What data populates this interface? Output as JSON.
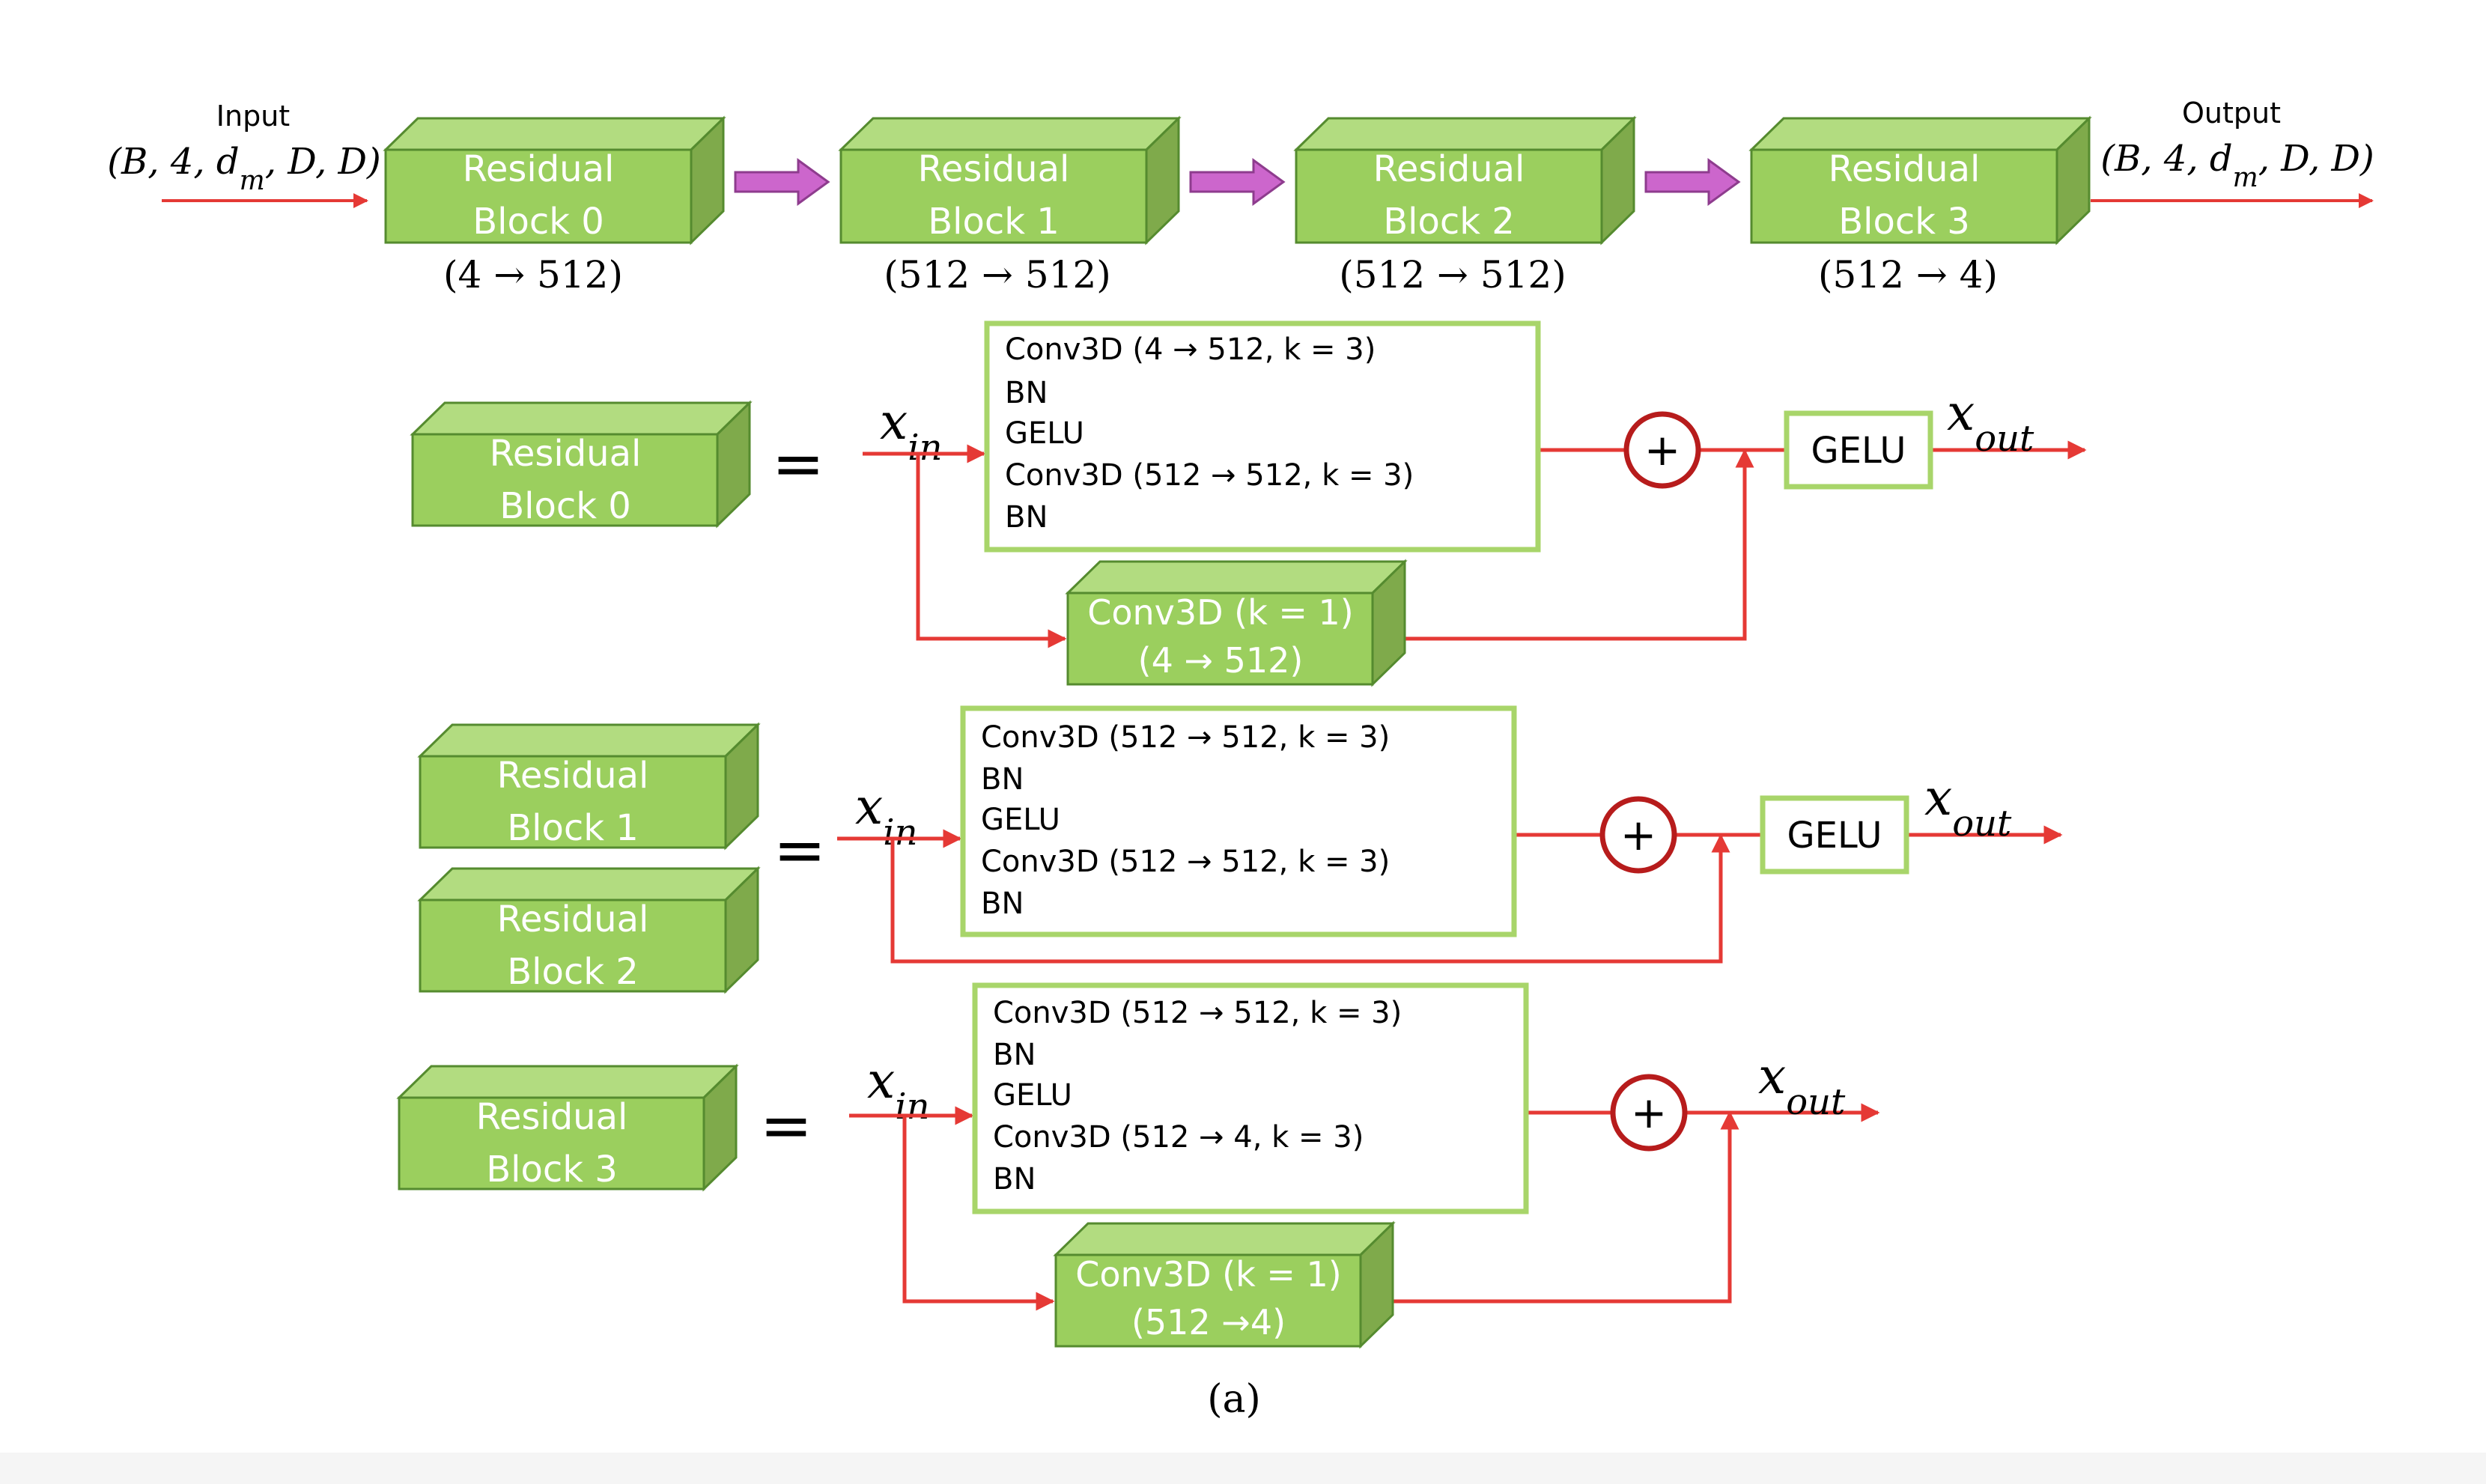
{
  "colors": {
    "box_front": "#9bcf5e",
    "box_top": "#b2dc80",
    "box_side": "#7faa4b",
    "box_edge": "#558b2f",
    "box_text": "#ffffff",
    "frame_border": "#a8d56a",
    "wire": "#e53935",
    "sum_ring": "#b71c1c",
    "purple_arrow": "#cc66cc",
    "purple_edge": "#8e3c8e",
    "text": "#000000"
  },
  "top_row": {
    "input_label": "Input",
    "input_shape": "(B, 4, d_m, D, D)",
    "output_label": "Output",
    "output_shape": "(B, 4, d_m, D, D)",
    "blocks": [
      {
        "line1": "Residual",
        "line2": "Block 0",
        "channels": "(4 → 512)"
      },
      {
        "line1": "Residual",
        "line2": "Block 1",
        "channels": "(512 → 512)"
      },
      {
        "line1": "Residual",
        "line2": "Block 2",
        "channels": "(512 → 512)"
      },
      {
        "line1": "Residual",
        "line2": "Block 3",
        "channels": "(512 → 4)"
      }
    ]
  },
  "block0": {
    "name_line1": "Residual",
    "name_line2": "Block 0",
    "equals": "=",
    "x_in": "x_in",
    "x_out": "x_out",
    "layers": [
      "Conv3D (4 → 512, k = 3)",
      "BN",
      "GELU",
      "Conv3D (512 → 512, k = 3)",
      "BN"
    ],
    "shortcut_line1": "Conv3D (k = 1)",
    "shortcut_line2": "(4 → 512)",
    "activation": "GELU",
    "sum_symbol": "+"
  },
  "block12": {
    "name_a_line1": "Residual",
    "name_a_line2": "Block 1",
    "name_b_line1": "Residual",
    "name_b_line2": "Block 2",
    "equals": "=",
    "x_in": "x_in",
    "x_out": "x_out",
    "layers": [
      "Conv3D (512 → 512, k = 3)",
      "BN",
      "GELU",
      "Conv3D (512 → 512, k = 3)",
      "BN"
    ],
    "activation": "GELU",
    "sum_symbol": "+"
  },
  "block3": {
    "name_line1": "Residual",
    "name_line2": "Block 3",
    "equals": "=",
    "x_in": "x_in",
    "x_out": "x_out",
    "layers": [
      "Conv3D (512 → 512, k = 3)",
      "BN",
      "GELU",
      "Conv3D (512 → 4, k = 3)",
      "BN"
    ],
    "shortcut_line1": "Conv3D (k = 1)",
    "shortcut_line2": "(512 →4)",
    "sum_symbol": "+"
  },
  "caption": "(a)"
}
